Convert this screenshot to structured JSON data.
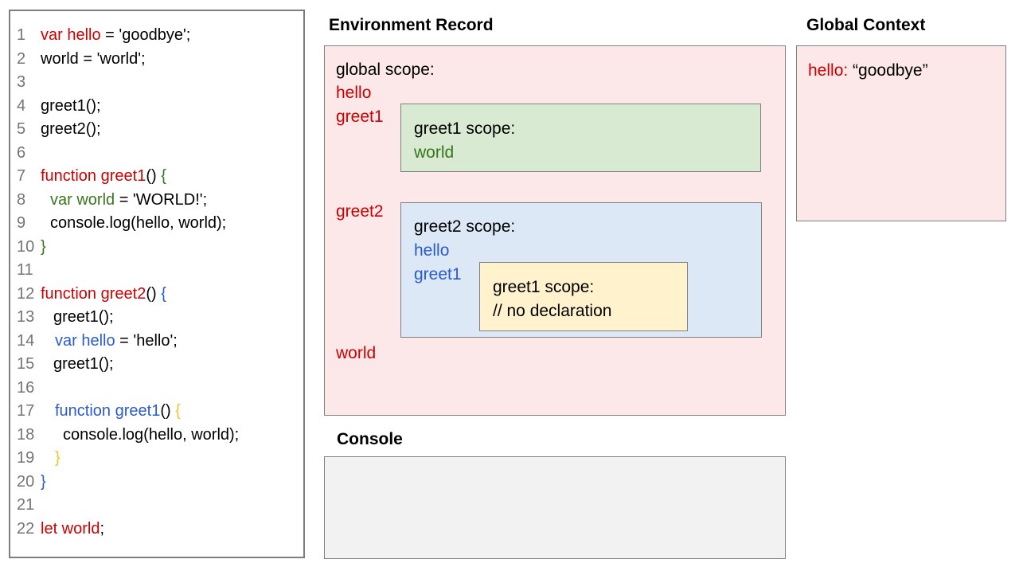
{
  "titles": {
    "environment_record": "Environment Record",
    "global_context": "Global Context",
    "console": "Console"
  },
  "colors": {
    "keyword_red": "#cc0000",
    "scope_green": "#38761d",
    "scope_blue": "#2a5bcc",
    "scope_gold": "#f1c232",
    "pink_fill": "#fce8e8",
    "green_fill": "#d9ead3",
    "blue_fill": "#dde8f7",
    "yellow_fill": "#fff2cc",
    "console_fill": "#f2f2f2",
    "line_number_gray": "#757575",
    "border_gray": "#808080"
  },
  "code": {
    "lines": [
      {
        "n": "1",
        "indent": 0,
        "tokens": [
          {
            "t": "var hello",
            "c": "red"
          },
          {
            "t": " = 'goodbye';",
            "c": "plain"
          }
        ]
      },
      {
        "n": "2",
        "indent": 0,
        "tokens": [
          {
            "t": "world = 'world';",
            "c": "plain"
          }
        ]
      },
      {
        "n": "3",
        "indent": 0,
        "tokens": []
      },
      {
        "n": "4",
        "indent": 0,
        "tokens": [
          {
            "t": "greet1();",
            "c": "plain"
          }
        ]
      },
      {
        "n": "5",
        "indent": 0,
        "tokens": [
          {
            "t": "greet2();",
            "c": "plain"
          }
        ]
      },
      {
        "n": "6",
        "indent": 0,
        "tokens": []
      },
      {
        "n": "7",
        "indent": 0,
        "tokens": [
          {
            "t": "function greet1",
            "c": "red"
          },
          {
            "t": "() ",
            "c": "plain"
          },
          {
            "t": "{",
            "c": "green"
          }
        ]
      },
      {
        "n": "8",
        "indent": 12,
        "tokens": [
          {
            "t": "var world",
            "c": "green"
          },
          {
            "t": " = 'WORLD!';",
            "c": "plain"
          }
        ]
      },
      {
        "n": "9",
        "indent": 12,
        "tokens": [
          {
            "t": "console.log(hello, world);",
            "c": "plain"
          }
        ]
      },
      {
        "n": "10",
        "indent": 0,
        "tokens": [
          {
            "t": "}",
            "c": "green"
          }
        ]
      },
      {
        "n": "11",
        "indent": 0,
        "tokens": []
      },
      {
        "n": "12",
        "indent": 0,
        "tokens": [
          {
            "t": "function greet2",
            "c": "red"
          },
          {
            "t": "() ",
            "c": "plain"
          },
          {
            "t": "{",
            "c": "blue"
          }
        ]
      },
      {
        "n": "13",
        "indent": 16,
        "tokens": [
          {
            "t": "greet1();",
            "c": "plain"
          }
        ]
      },
      {
        "n": "14",
        "indent": 18,
        "tokens": [
          {
            "t": "var hello",
            "c": "blue"
          },
          {
            "t": " = 'hello';",
            "c": "plain"
          }
        ]
      },
      {
        "n": "15",
        "indent": 16,
        "tokens": [
          {
            "t": "greet1();",
            "c": "plain"
          }
        ]
      },
      {
        "n": "16",
        "indent": 0,
        "tokens": []
      },
      {
        "n": "17",
        "indent": 18,
        "tokens": [
          {
            "t": "function greet1",
            "c": "blue"
          },
          {
            "t": "() ",
            "c": "plain"
          },
          {
            "t": "{",
            "c": "gold"
          }
        ]
      },
      {
        "n": "18",
        "indent": 28,
        "tokens": [
          {
            "t": "console.log(hello, world);",
            "c": "plain"
          }
        ]
      },
      {
        "n": "19",
        "indent": 18,
        "tokens": [
          {
            "t": "}",
            "c": "gold"
          }
        ]
      },
      {
        "n": "20",
        "indent": 0,
        "tokens": [
          {
            "t": "}",
            "c": "blue"
          }
        ]
      },
      {
        "n": "21",
        "indent": 0,
        "tokens": []
      },
      {
        "n": "22",
        "indent": 0,
        "tokens": [
          {
            "t": "let world",
            "c": "red"
          },
          {
            "t": ";",
            "c": "plain"
          }
        ]
      }
    ]
  },
  "env": {
    "global_scope_title": "global scope:",
    "labels": [
      {
        "text": "hello"
      },
      {
        "text": "greet1"
      },
      {
        "text": "greet2"
      },
      {
        "text": "world"
      }
    ],
    "greet1_scope": {
      "title": "greet1 scope:",
      "entries": [
        "world"
      ]
    },
    "greet2_scope": {
      "title": "greet2 scope:",
      "entries": [
        "hello",
        "greet1"
      ],
      "inner_scope": {
        "title": "greet1 scope:",
        "comment": "// no declaration"
      }
    }
  },
  "global_context": {
    "key": "hello:",
    "value": "“goodbye”"
  }
}
